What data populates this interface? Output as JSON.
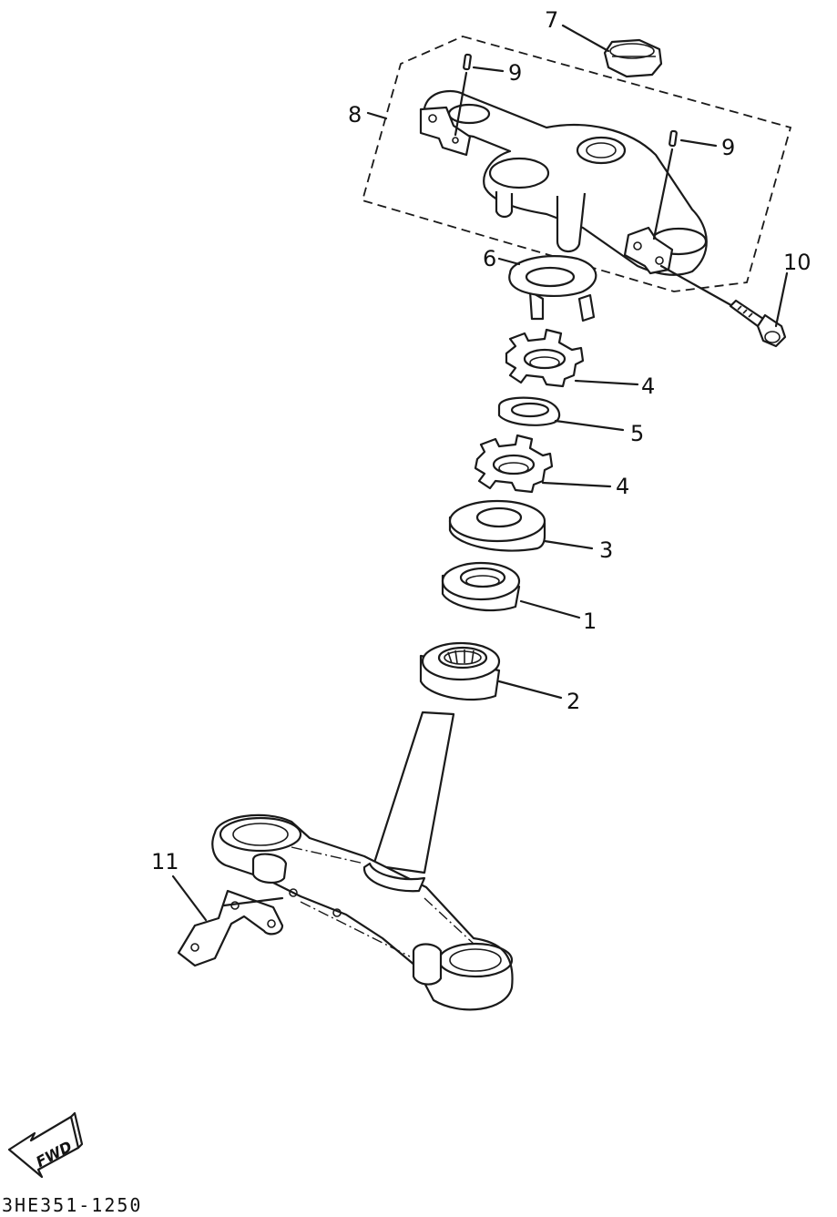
{
  "callouts": [
    {
      "id": "c7",
      "text": "7"
    },
    {
      "id": "c9a",
      "text": "9"
    },
    {
      "id": "c8",
      "text": "8"
    },
    {
      "id": "c9b",
      "text": "9"
    },
    {
      "id": "c10",
      "text": "10"
    },
    {
      "id": "c6",
      "text": "6"
    },
    {
      "id": "c4a",
      "text": "4"
    },
    {
      "id": "c5",
      "text": "5"
    },
    {
      "id": "c4b",
      "text": "4"
    },
    {
      "id": "c3",
      "text": "3"
    },
    {
      "id": "c1",
      "text": "1"
    },
    {
      "id": "c2",
      "text": "2"
    },
    {
      "id": "c11",
      "text": "11"
    }
  ],
  "direction_label": "FWD",
  "drawing_code": "3HE351-1250"
}
